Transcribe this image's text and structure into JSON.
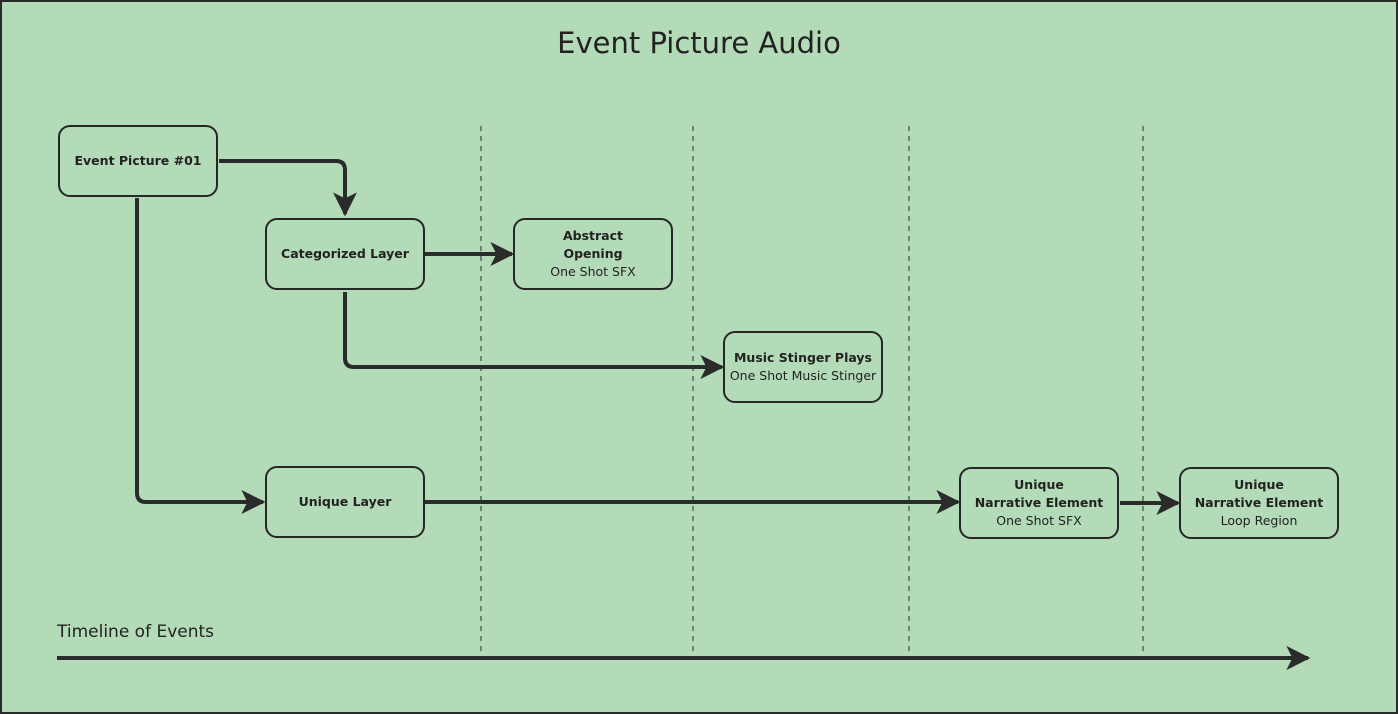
{
  "title": "Event Picture Audio",
  "colors": {
    "background": "#b4dbb8",
    "stroke": "#2b2b2b"
  },
  "nodes": {
    "event_picture": {
      "title": "Event Picture #01"
    },
    "categorized_layer": {
      "title": "Categorized Layer"
    },
    "abstract_opening": {
      "title_line1": "Abstract",
      "title_line2": "Opening",
      "subtitle": "One Shot SFX"
    },
    "music_stinger": {
      "title": "Music Stinger Plays",
      "subtitle": "One Shot Music Stinger"
    },
    "unique_layer": {
      "title": "Unique Layer"
    },
    "narrative_oneshot": {
      "title_line1": "Unique",
      "title_line2": "Narrative Element",
      "subtitle": "One Shot SFX"
    },
    "narrative_loop": {
      "title_line1": "Unique",
      "title_line2": "Narrative Element",
      "subtitle": "Loop Region"
    }
  },
  "timeline": {
    "label": "Timeline of Events"
  }
}
